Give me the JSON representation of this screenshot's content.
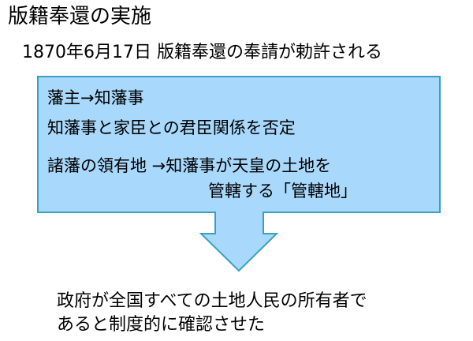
{
  "slide": {
    "title": "版籍奉還の実施",
    "subtitle": "1870年6月17日  版籍奉還の奉請が勅許される",
    "box": {
      "fill": "#a8d8fb",
      "stroke": "#3aa0c0",
      "lines": [
        "藩主→知藩事",
        "知藩事と家臣との君臣関係を否定",
        "諸藩の領有地 →知藩事が天皇の土地を",
        "管轄する「管轄地」"
      ]
    },
    "conclusion": {
      "lines": [
        "政府が全国すべての土地人民の所有者で",
        "あると制度的に確認させた"
      ]
    }
  }
}
